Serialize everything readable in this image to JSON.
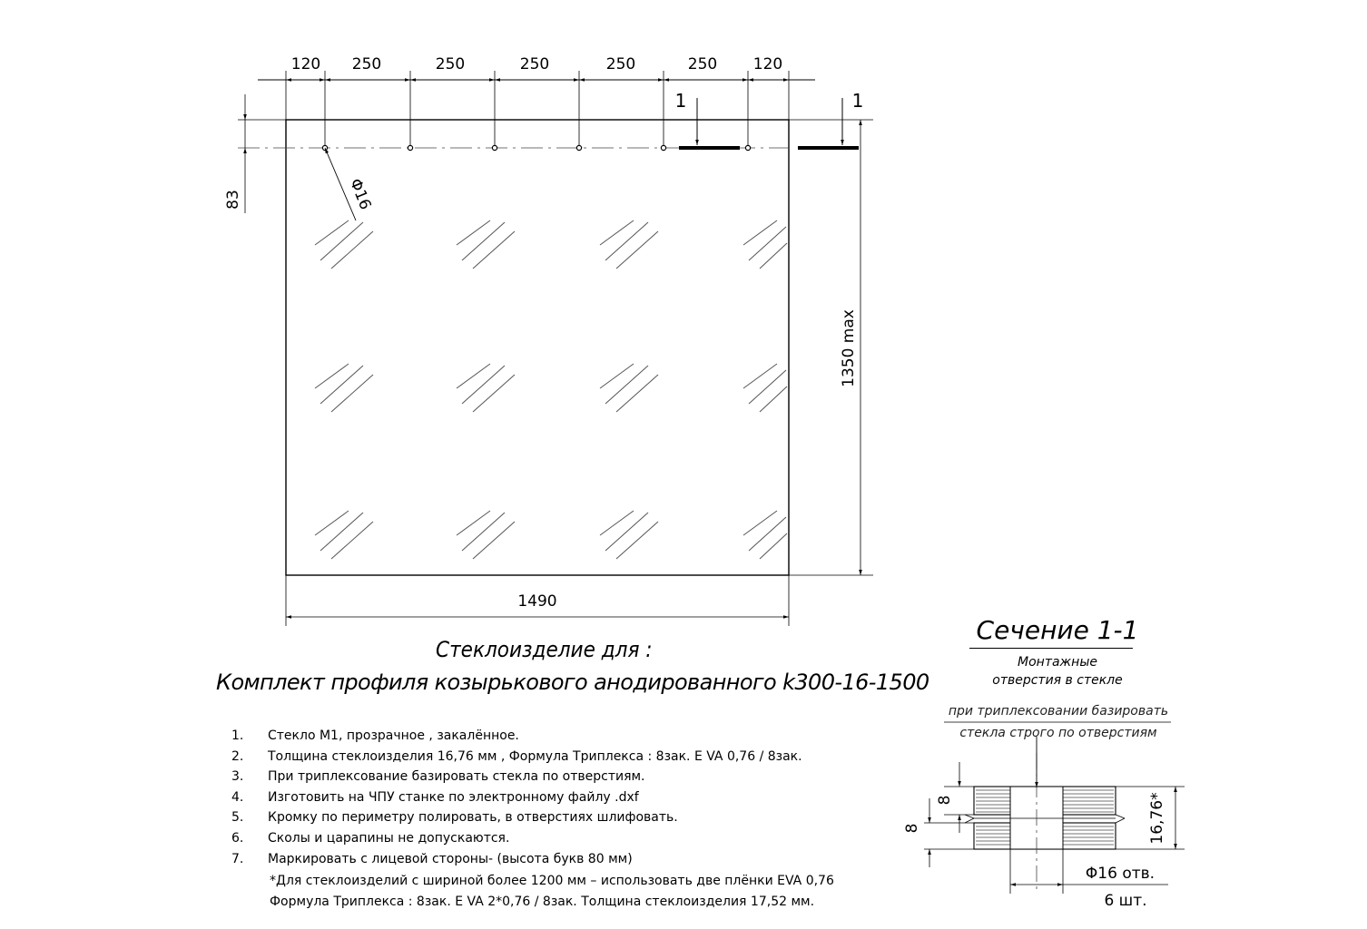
{
  "plan_view": {
    "top_dims": [
      "120",
      "250",
      "250",
      "250",
      "250",
      "250",
      "120"
    ],
    "width_dim": "1490",
    "height_dim": "1350 max",
    "hole_offset_dim": "83",
    "hole_dia_label": "Φ16",
    "cut_mark": "1"
  },
  "title": {
    "line1": "Стеклоизделие для :",
    "line2": "Комплект профиля козырькового анодированного k300-16-1500"
  },
  "notes": [
    {
      "num": "1.",
      "text": "Стекло М1,  прозрачное , закалённое."
    },
    {
      "num": "2.",
      "text": " Толщина стеклоизделия 16,76 мм , Формула Триплекса : 8зак.  E VA   0,76 / 8зак."
    },
    {
      "num": "3.",
      "text": "При триплексование базировать стекла по отверстиям."
    },
    {
      "num": "4.",
      "text": " Изготовить на ЧПУ станке по электронному файлу  .dxf"
    },
    {
      "num": "5.",
      "text": "Кромку по периметру полировать, в отверстиях шлифовать."
    },
    {
      "num": "6.",
      "text": "Сколы и царапины не допускаются."
    },
    {
      "num": "7.",
      "text": "Маркировать с лицевой стороны-   (высота букв 80 мм)"
    }
  ],
  "notes_cont": [
    "*Для стеклоизделий с шириной более 1200  мм – использовать две плёнки EVA  0,76",
    "Формула Триплекса : 8зак.  E VA   2*0,76 / 8зак. Толщина стеклоизделия 17,52 мм."
  ],
  "section": {
    "title": "Сечение 1-1",
    "subtitle_line1": "Монтажные",
    "subtitle_line2": "отверстия в стекле",
    "note_line1": "при триплексовании базировать",
    "note_line2": "стекла строго по отверстиям",
    "dim_top_layer": "8",
    "dim_bottom_layer": "8",
    "dim_total": "16,76*",
    "hole_label": "Φ16 отв.",
    "hole_count": "6 шт."
  }
}
